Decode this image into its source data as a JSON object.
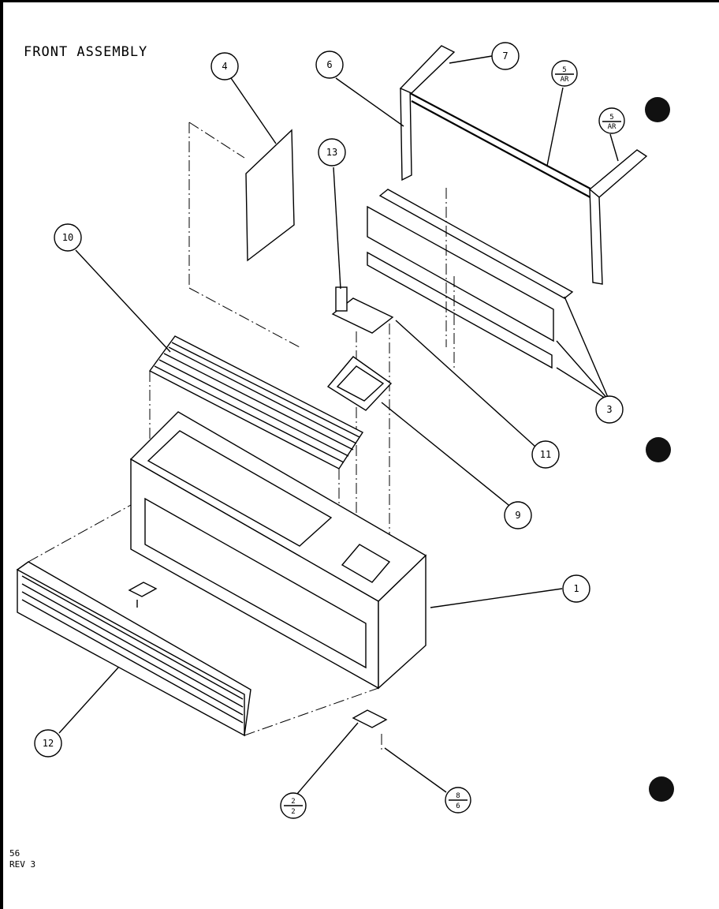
{
  "title": "FRONT ASSEMBLY",
  "corner": {
    "line1": "56",
    "line2": "REV 3"
  },
  "callouts": {
    "c1": "1",
    "c2": {
      "top": "2",
      "bottom": "2"
    },
    "c3": "3",
    "c4": "4",
    "c5a": {
      "top": "5",
      "bottom": "AR"
    },
    "c5b": {
      "top": "5",
      "bottom": "AR"
    },
    "c6": "6",
    "c7": "7",
    "c8": {
      "top": "8",
      "bottom": "6"
    },
    "c9": "9",
    "c10": "10",
    "c11": "11",
    "c12": "12",
    "c13": "13"
  }
}
